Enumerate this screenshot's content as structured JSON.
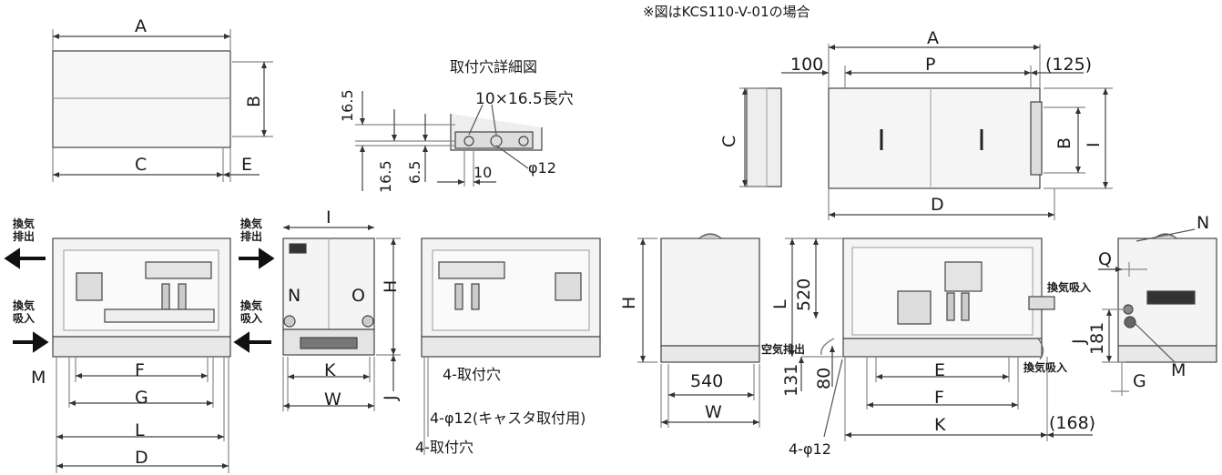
{
  "notes": {
    "figure_note": "※図はKCS110-V-01の場合",
    "mounting_detail_title": "取付穴詳細図"
  },
  "detail": {
    "slot": "10×16.5長穴",
    "d16_5_top": "16.5",
    "d16_5_bottom": "16.5",
    "d6_5": "6.5",
    "d10": "10",
    "phi12": "φ12"
  },
  "left": {
    "A": "A",
    "B": "B",
    "C": "C",
    "E": "E",
    "F": "F",
    "G": "G",
    "L": "L",
    "D": "D",
    "M": "M",
    "exhaust_out": "換気\n排出",
    "exhaust_in": "換気\n吸入",
    "side": {
      "I": "I",
      "H": "H",
      "N": "N",
      "O": "O",
      "K": "K",
      "W": "W",
      "J": "J",
      "exhaust_out": "換気\n排出",
      "exhaust_in": "換気\n吸入"
    },
    "mount_holes": "4-取付穴",
    "caster": "4-φ12(キャスタ取付用)",
    "mount_holes2": "4-取付穴"
  },
  "right": {
    "A": "A",
    "P": "P",
    "d100": "100",
    "d125": "(125)",
    "C": "C",
    "B": "B",
    "I": "I",
    "D": "D",
    "H": "H",
    "d540": "540",
    "W": "W",
    "L": "L",
    "d520": "520",
    "air_out": "空気排出",
    "d131": "131",
    "d80": "80",
    "E": "E",
    "F": "F",
    "K": "K",
    "phi12": "4-φ12",
    "d168": "(168)",
    "vent_in1": "換気吸入",
    "vent_in2": "換気吸入",
    "N": "N",
    "Q": "Q",
    "J": "J",
    "d181": "181",
    "G": "G",
    "M": "M"
  }
}
